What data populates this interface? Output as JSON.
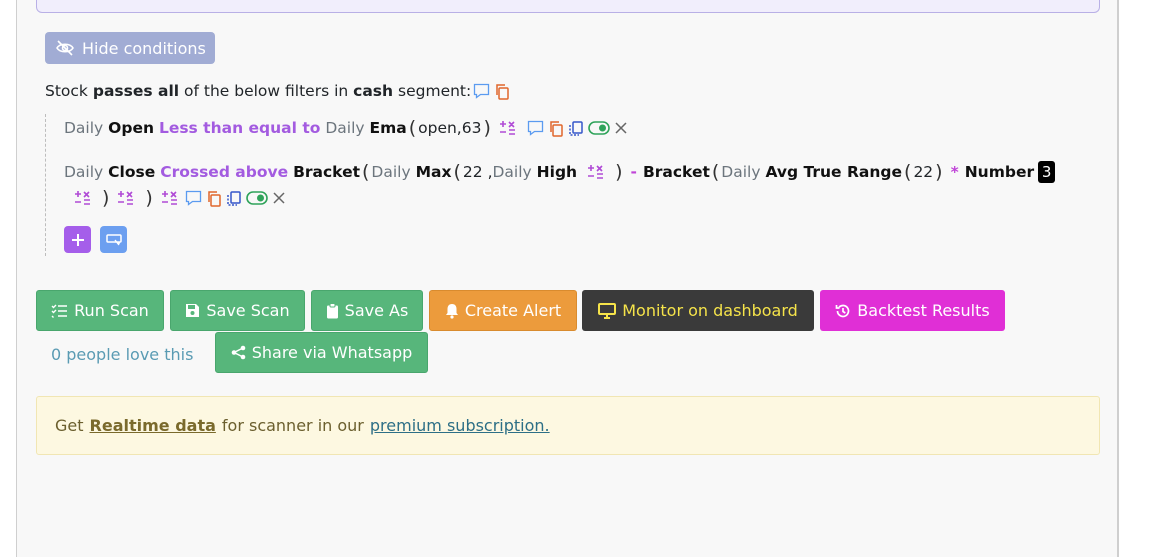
{
  "hide_conditions_label": "Hide conditions",
  "intro": {
    "prefix": "Stock",
    "passes_all": "passes all",
    "middle": "of the below filters in",
    "segment": "cash",
    "suffix": "segment:"
  },
  "condition1": {
    "tf1": "Daily",
    "field": "Open",
    "operator": "Less than equal to",
    "tf2": "Daily",
    "func": "Ema",
    "args": "open,63"
  },
  "condition2": {
    "tf1": "Daily",
    "field": "Close",
    "operator": "Crossed above",
    "bracket1": "Bracket",
    "tf2": "Daily",
    "max": "Max",
    "max_arg": "22",
    "tf3": "Daily",
    "high": "High",
    "minus": "-",
    "bracket2": "Bracket",
    "tf4": "Daily",
    "atr": "Avg True Range",
    "atr_arg": "22",
    "times": "*",
    "number": "Number",
    "number_val": "3"
  },
  "actions": {
    "run_scan": "Run Scan",
    "save_scan": "Save Scan",
    "save_as": "Save As",
    "create_alert": "Create Alert",
    "monitor": "Monitor on dashboard",
    "backtest": "Backtest Results",
    "share": "Share via Whatsapp",
    "love": "0 people love this"
  },
  "notice": {
    "prefix": "Get",
    "realtime": "Realtime data",
    "middle": "for scanner in our",
    "premium": "premium subscription."
  },
  "colors": {
    "green_button": "#57b67b",
    "orange_button": "#ec9b3c",
    "dark_button": "#3a3a3a",
    "magenta_button": "#e02fd6",
    "operator_purple": "#a35be0"
  }
}
